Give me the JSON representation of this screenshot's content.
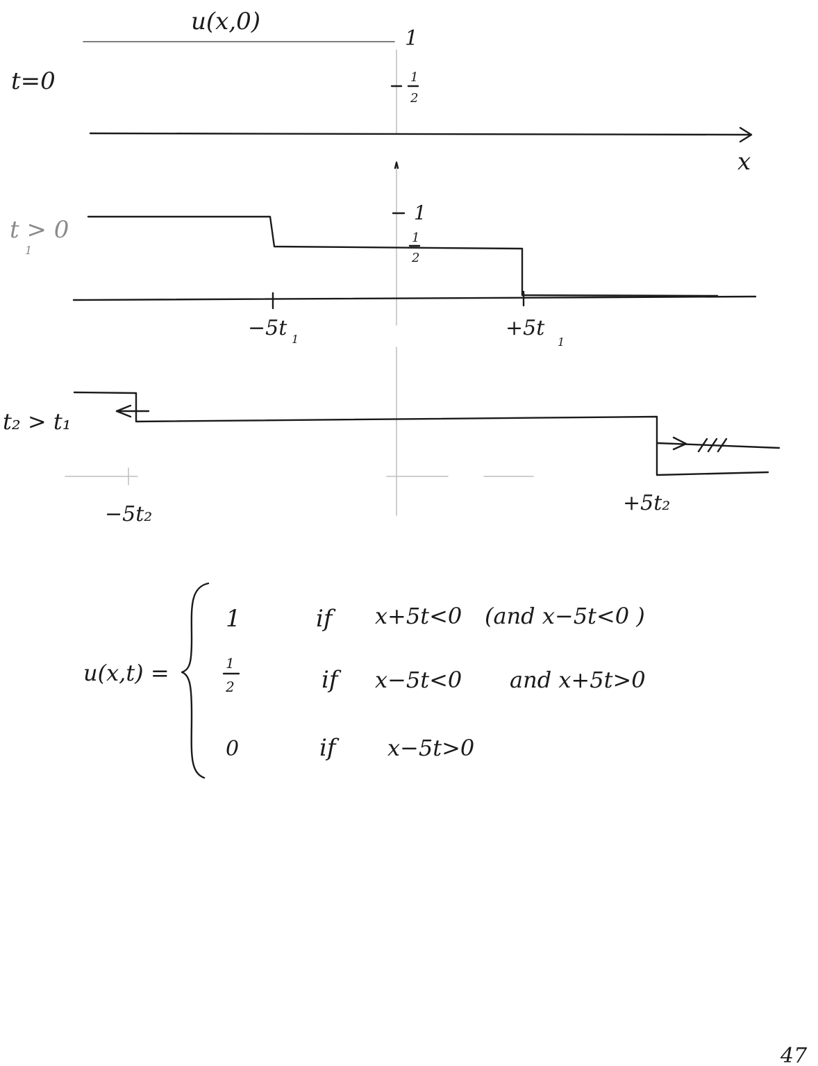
{
  "top_label": "u(x,0)",
  "axis_x_label": "x",
  "page_number": "47",
  "panels": {
    "t0": {
      "label": "t=0",
      "tick_one": "1",
      "tick_half": "1/2"
    },
    "t1": {
      "label": "t > 0",
      "label_sub": "1",
      "tick_one": "1",
      "tick_half_num": "1",
      "tick_half_den": "2",
      "left_front": "−5t",
      "left_front_sub": "1",
      "right_front": "+5t",
      "right_front_sub": "1"
    },
    "t2": {
      "label": "t₂ > t₁",
      "left_front": "−5t₂",
      "right_front": "+5t₂"
    }
  },
  "formula": {
    "lhs": "u(x,t) =",
    "cases": [
      {
        "value": "1",
        "cond_word": "if",
        "condition": "x+5t<0",
        "extra": "(and  x−5t<0 )"
      },
      {
        "value": "1/2",
        "value_num": "1",
        "value_den": "2",
        "cond_word": "if",
        "condition": "x−5t<0",
        "extra": "and  x+5t>0"
      },
      {
        "value": "0",
        "cond_word": "if",
        "condition": "x−5t>0",
        "extra": ""
      }
    ]
  }
}
